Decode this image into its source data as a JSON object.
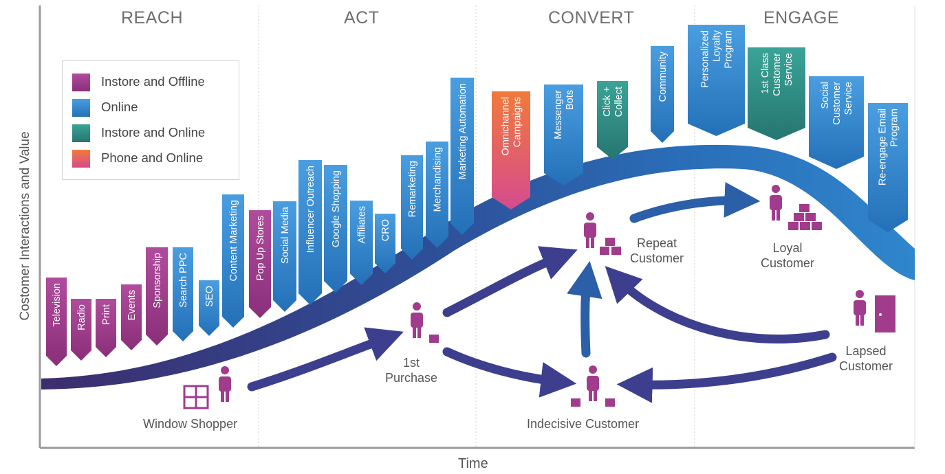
{
  "phases": [
    "REACH",
    "ACT",
    "CONVERT",
    "ENGAGE"
  ],
  "axes": {
    "y_label": "Costomer Interactions and Value",
    "x_label": "Time"
  },
  "legend": [
    {
      "label": "Instore and Offline",
      "color": "#a13c8c"
    },
    {
      "label": "Online",
      "color": "#2f86cc"
    },
    {
      "label": "Instore and Online",
      "color": "#2c8c86"
    },
    {
      "label": "Phone and Online",
      "color": "#e9683c"
    }
  ],
  "tags": [
    {
      "label": "Television",
      "category": 0
    },
    {
      "label": "Radio",
      "category": 0
    },
    {
      "label": "Print",
      "category": 0
    },
    {
      "label": "Events",
      "category": 0
    },
    {
      "label": "Sponsorship",
      "category": 0
    },
    {
      "label": "Search PPC",
      "category": 1
    },
    {
      "label": "SEO",
      "category": 1
    },
    {
      "label": "Content Marketing",
      "category": 1
    },
    {
      "label": "Pop Up Stores",
      "category": 0
    },
    {
      "label": "Social Media",
      "category": 1
    },
    {
      "label": "Influencer Outreach",
      "category": 1
    },
    {
      "label": "Google Shopping",
      "category": 1
    },
    {
      "label": "Affiliates",
      "category": 1
    },
    {
      "label": "CRO",
      "category": 1
    },
    {
      "label": "Remarketing",
      "category": 1
    },
    {
      "label": "Merchandising",
      "category": 1
    },
    {
      "label": "Marketing Automation",
      "category": 1
    },
    {
      "label": "Omnichannel\nCampaigns",
      "category": 3
    },
    {
      "label": "Messenger\nBots",
      "category": 1
    },
    {
      "label": "Click +\nCollect",
      "category": 2
    },
    {
      "label": "Community",
      "category": 1
    },
    {
      "label": "Personalized\nLoyalty\nProgram",
      "category": 1
    },
    {
      "label": "1st Class\nCustomer\nService",
      "category": 2
    },
    {
      "label": "Social\nCustomer\nService",
      "category": 1
    },
    {
      "label": "Re-engage Email\nProgram",
      "category": 1
    }
  ],
  "nodes": {
    "window_shopper": "Window Shopper",
    "first_purchase": "1st\nPurchase",
    "indecisive": "Indecisive Customer",
    "repeat": "Repeat\nCustomer",
    "loyal": "Loyal\nCustomer",
    "lapsed": "Lapsed\nCustomer"
  }
}
